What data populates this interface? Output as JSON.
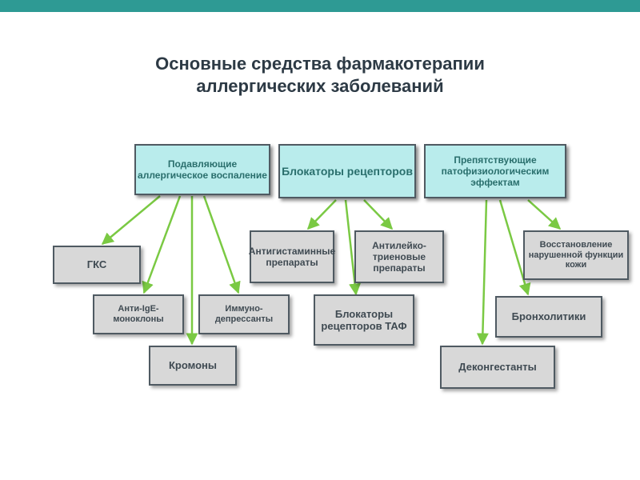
{
  "title": {
    "line1": "Основные средства фармакотерапии",
    "line2": "аллергических заболеваний"
  },
  "categories": [
    {
      "id": "suppress",
      "label": "Подавляющие аллергическое воспаление"
    },
    {
      "id": "blockers",
      "label": "Блокаторы рецепторов"
    },
    {
      "id": "prevent",
      "label": "Препятствующие патофизиологическим эффектам"
    }
  ],
  "drugs": {
    "gks": "ГКС",
    "anti_ige": "Анти-IgE-моноклоны",
    "cromones": "Кромоны",
    "immuno": "Иммуно-депрессанты",
    "antihist": "Антигистаминные препараты",
    "antileuko": "Антилейко-триеновые препараты",
    "taf": "Блокаторы рецепторов ТАФ",
    "skin": "Восстановление нарушенной функции кожи",
    "broncho": "Бронхолитики",
    "decong": "Деконгестанты"
  },
  "colors": {
    "accent": "#2e9a94",
    "category_fill": "#b9ecec",
    "arrow": "#7ac943"
  }
}
